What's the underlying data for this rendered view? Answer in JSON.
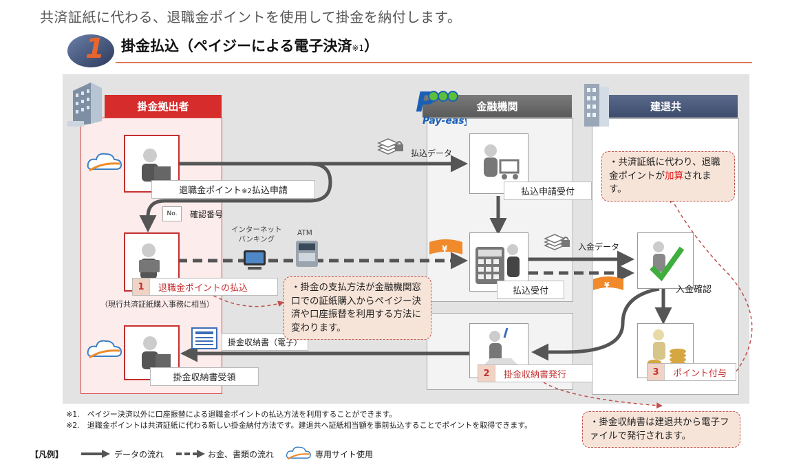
{
  "top_line": "共済証紙に代わる、退職金ポイントを使用して掛金を納付します。",
  "badge_number": "1",
  "section_title": "掛金払込（ペイジーによる電子決済",
  "section_title_note": "※1",
  "section_title_close": "）",
  "columns": {
    "payer": "掛金拠出者",
    "bank": "金融機関",
    "kentai": "建退共"
  },
  "payeasy_logo": "Pay-easy",
  "labels": {
    "apply": "退職金ポイント",
    "apply_note": "※2",
    "apply_end": "払込申請",
    "confirm_no": "確認番号",
    "transfer_data": "払込データ",
    "apply_receive": "払込申請受付",
    "internet_banking": "インターネット\nバンキング",
    "atm": "ATM",
    "payment_receive": "払込受付",
    "deposit_data": "入金データ",
    "deposit_confirm": "入金確認",
    "receipt_e": "掛金収納書（電子）",
    "receipt_receive": "掛金収納書受領",
    "current_purchase": "（現行共済証紙購入事務に相当）",
    "no_icon": "No."
  },
  "steps": [
    {
      "n": "1",
      "text": "退職金ポイントの払込"
    },
    {
      "n": "2",
      "text": "掛金収納書発行"
    },
    {
      "n": "3",
      "text": "ポイント付与"
    }
  ],
  "notes": {
    "kentai_pre": "・共済証紙に代わり、退職金ポイントが",
    "kentai_red": "加算",
    "kentai_post": "されます。",
    "payment_method": "・掛金の支払方法が金融機関窓口での証紙購入からペイジー決済や口座振替を利用する方法に変わります。",
    "receipt": "・掛金収納書は建退共から電子ファイルで発行されます。"
  },
  "footnotes": [
    "※1.　ペイジー決済以外に口座振替による退職金ポイントの払込方法を利用することができます。",
    "※2.　退職金ポイントは共済証紙に代わる新しい掛金納付方法です。建退共へ証紙相当額を事前払込することでポイントを取得できます。"
  ],
  "legend": {
    "title": "【凡例】",
    "data_flow": "データの流れ",
    "money_flow": "お金、書類の流れ",
    "site_use": "専用サイト使用"
  },
  "colors": {
    "payer_red": "#d62c2c",
    "arrow_gray": "#555555",
    "note_border": "#c0504d",
    "accent_orange": "#e07a54"
  }
}
